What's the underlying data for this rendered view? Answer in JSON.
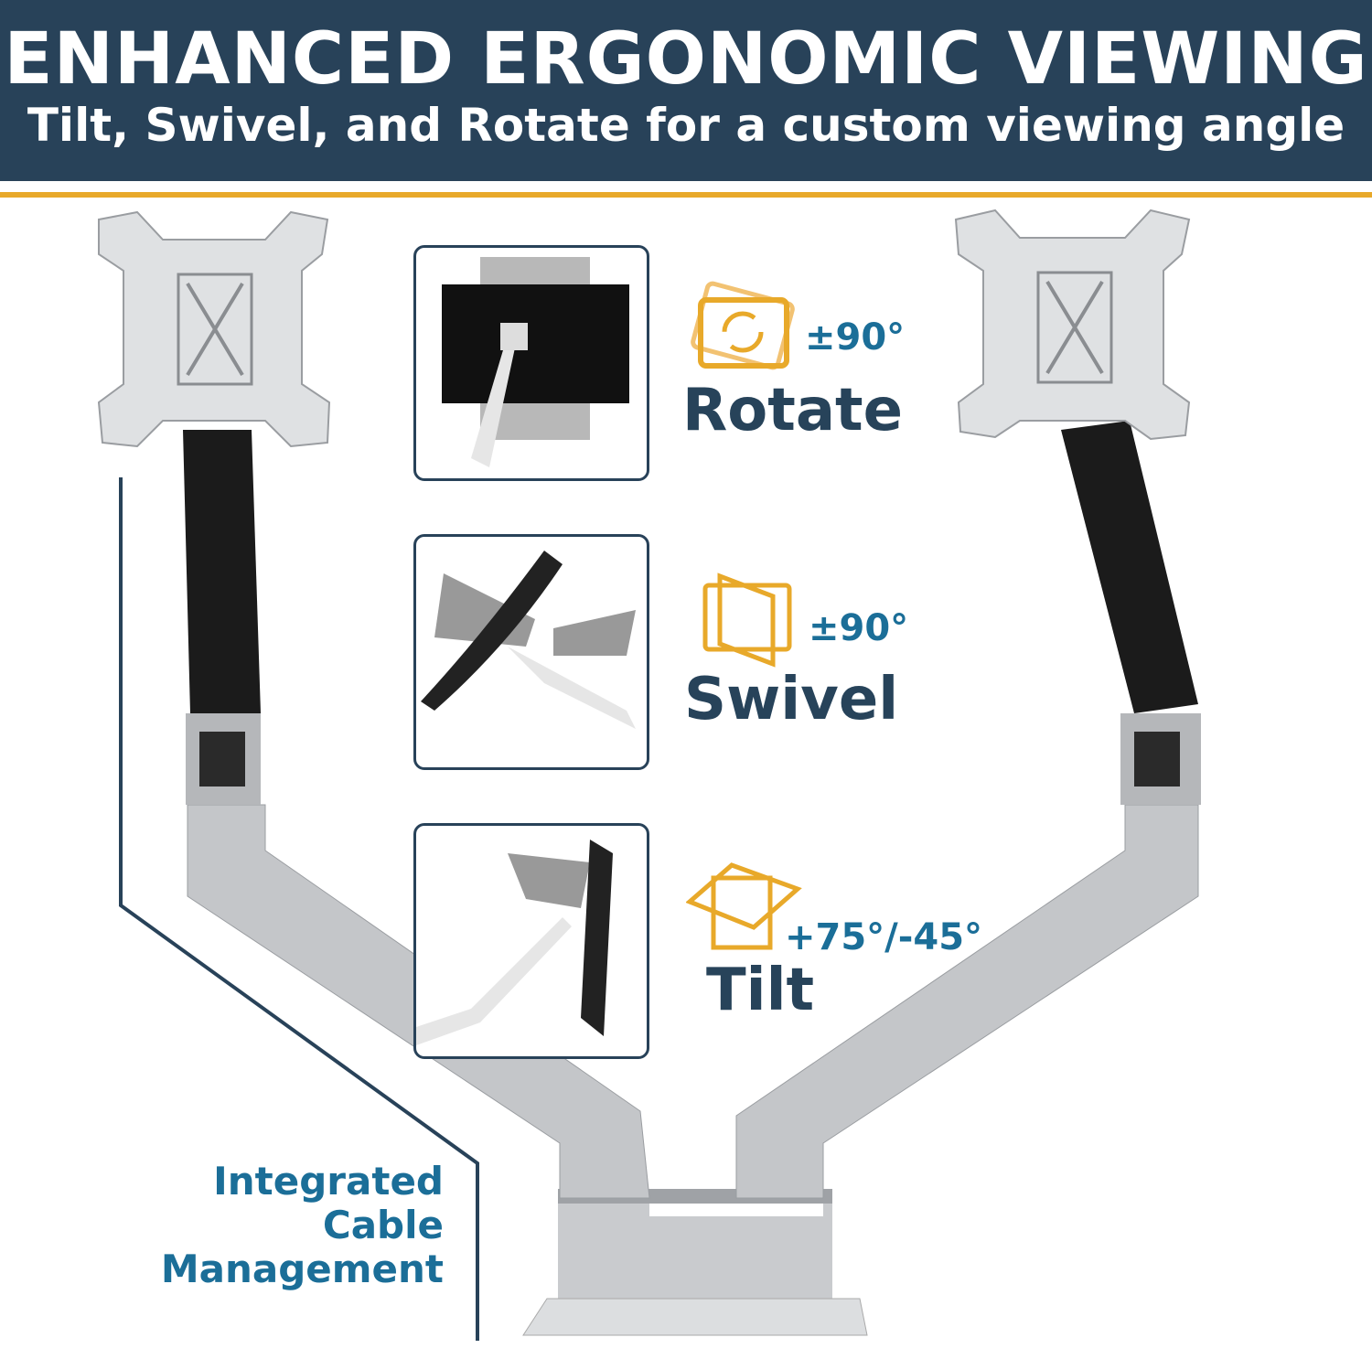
{
  "header": {
    "title": "ENHANCED ERGONOMIC VIEWING",
    "subtitle": "Tilt, Swivel, and Rotate for a custom viewing angle"
  },
  "features": [
    {
      "label": "Rotate",
      "range": "±90°",
      "icon": "rotate-icon"
    },
    {
      "label": "Swivel",
      "range": "±90°",
      "icon": "swivel-icon"
    },
    {
      "label": "Tilt",
      "range": "+75°/-45°",
      "icon": "tilt-icon"
    }
  ],
  "callout": {
    "line1": "Integrated",
    "line2": "Cable",
    "line3": "Management"
  },
  "colors": {
    "navy": "#284259",
    "accent": "#e8a92a",
    "blue": "#1b6e98",
    "silver": "#c4c6c9"
  }
}
